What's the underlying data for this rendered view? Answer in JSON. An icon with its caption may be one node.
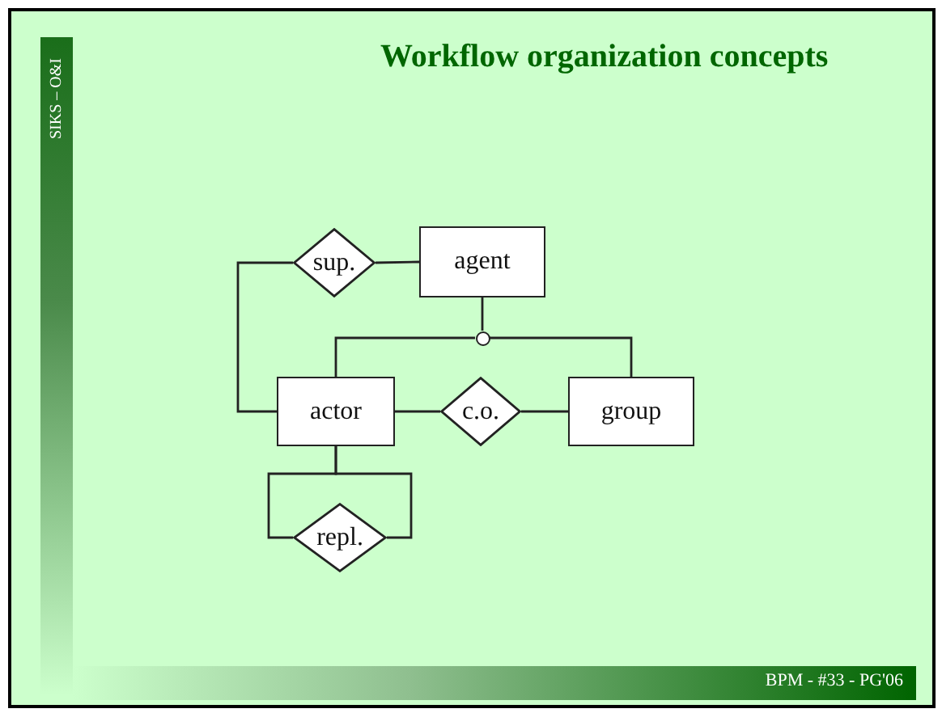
{
  "diagram": {
    "title": "Workflow organization concepts",
    "nodes": [
      {
        "text": [
          "sup."
        ]
      },
      {
        "text": [
          "agent"
        ]
      },
      {
        "text": [],
        "shape": "circle"
      },
      {
        "text": [
          "actor"
        ]
      },
      {
        "text": [
          "c.o."
        ]
      },
      {
        "text": [
          "group"
        ]
      },
      {
        "text": [
          "repl."
        ]
      }
    ],
    "edges": [
      {
        "from": 0,
        "to": 1,
        "arrow": "none"
      },
      {
        "from": 0,
        "to": 3,
        "arrow": "none"
      },
      {
        "from": 1,
        "to": 2,
        "arrow": "none"
      },
      {
        "from": 2,
        "to": 3,
        "arrow": "none"
      },
      {
        "from": 2,
        "to": 5,
        "arrow": "none"
      },
      {
        "from": 3,
        "to": 4,
        "arrow": "none"
      },
      {
        "from": 4,
        "to": 5,
        "arrow": "none"
      },
      {
        "from": 3,
        "to": 6,
        "arrow": "none"
      },
      {
        "from": 3,
        "to": 6,
        "arrow": "none"
      }
    ],
    "labels": [
      "SIKS – O&I",
      "BPM - #33 - PG'06"
    ]
  }
}
